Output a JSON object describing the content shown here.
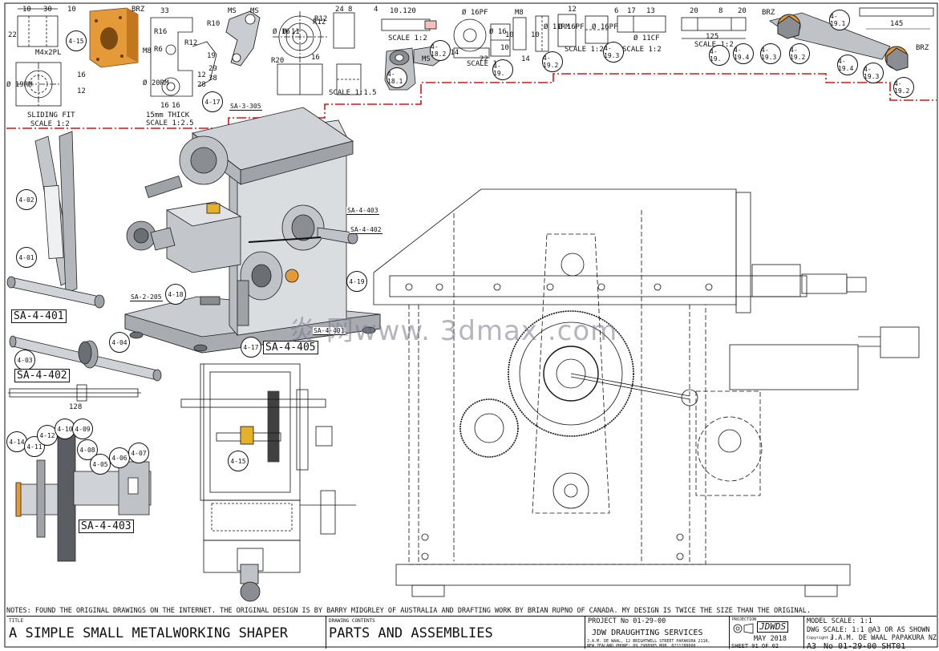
{
  "top_details": {
    "dims": [
      "10",
      "30",
      "10",
      "22",
      "33",
      "8",
      "4",
      "10.1",
      "20",
      "12",
      "6",
      "17",
      "13",
      "20",
      "8",
      "20",
      "145",
      "125",
      "16",
      "12",
      "24",
      "10",
      "16",
      "16",
      "12",
      "28",
      "29",
      "38",
      "19",
      "16",
      "22",
      "14",
      "10",
      "10"
    ],
    "labels": [
      "BRZ",
      "M4x2PL",
      "Ø 19RM",
      "Ø 16",
      "SLIDING FIT",
      "SCALE 1:2",
      "M8",
      "R16",
      "R12",
      "R10",
      "R6",
      "MS",
      "Ø 20RM",
      "15mm THICK",
      "SCALE 1:2.5",
      "R12",
      "R20",
      "Ø 11",
      "Ø 16PF",
      "Ø 16",
      "R14",
      "M8",
      "Ø 11RM",
      "Ø 16PF",
      "Ø 16PF",
      "Ø 11CF",
      "SCALE 1:2",
      "SCALE 1:2",
      "SCALE 1:2",
      "SCALE 1:1.5",
      "SCALE 1:2",
      "SCALE 1:2",
      "BRZ",
      "BRZ",
      "MS",
      "MS",
      "R12"
    ],
    "balloons": [
      "4-15",
      "4-17",
      "4-18.1",
      "4-18.2",
      "4-19.",
      "4-19.2",
      "4-19.3",
      "4-19.",
      "4-19.4",
      "4-19.3",
      "4-19.2",
      "4-19.1",
      "4-19.4",
      "4-19.3",
      "4-19.2"
    ]
  },
  "assembly": {
    "tags": [
      "SA-3-305",
      "SA-4-403",
      "SA-4-402",
      "SA-2-205",
      "SA-4-401"
    ],
    "balloons": [
      "4-19",
      "4-18",
      "4-17"
    ],
    "box_label": "SA-4-405"
  },
  "left_parts": {
    "balloons_401": [
      "4-02",
      "4-01"
    ],
    "label_401": "SA-4-401",
    "balloons_402": [
      "4-03",
      "4-04"
    ],
    "label_402": "SA-4-402",
    "dim_402": "128",
    "balloons_403": [
      "4-14",
      "4-11",
      "4-12",
      "4-10",
      "4-09",
      "4-08",
      "4-05",
      "4-06",
      "4-07"
    ],
    "label_403": "SA-4-403"
  },
  "front_view": {
    "balloon": "4-15"
  },
  "watermark": "炎 网www. 3dmax .com",
  "notes": "NOTES: FOUND THE ORIGINAL DRAWINGS ON THE INTERNET. THE ORIGINAL DESIGN IS BY BARRY MIDGRLEY OF AUSTRALIA AND DRAFTING WORK BY BRIAN RUPNO OF CANADA. MY DESIGN IS TWICE THE SIZE THAN THE ORIGINAL.",
  "title_block": {
    "title_caption": "TITLE",
    "title": "A SIMPLE SMALL METALWORKING SHAPER",
    "contents_caption": "DRAWING CONTENTS",
    "contents": "PARTS AND ASSEMBLIES",
    "project": "PROJECT No  01-29-00",
    "service": "JDW DRAUGHTING SERVICES",
    "address_1": "J.A.M. DE WAAL, 12 BRIGHTWELL STREET PAPAKURA 2110,",
    "address_2": "NEW ZEALAND PHONE: 09 2988985 MOB. 0211288000",
    "projection_caption": "PROJECTION",
    "logo": "JDWDS",
    "date": "MAY 2018",
    "sheet": "SHEET 01 OF 02",
    "model_scale": "MODEL SCALE: 1:1",
    "dwg_scale": "DWG SCALE: 1:1 @A3 OR AS SHOWN",
    "copyright_caption": "Copyright ©",
    "owner": "J.A.M. DE WAAL PAPAKURA NZ",
    "size_caption": "A3",
    "dwg_no": "No  01-29-00 SHT01"
  },
  "colors": {
    "line": "#111111",
    "break_line": "#d01818",
    "bronze": "#e59a3a",
    "metal": "#bfc3c7",
    "metal_dark": "#8a8e93",
    "shade": "#dadde0"
  }
}
